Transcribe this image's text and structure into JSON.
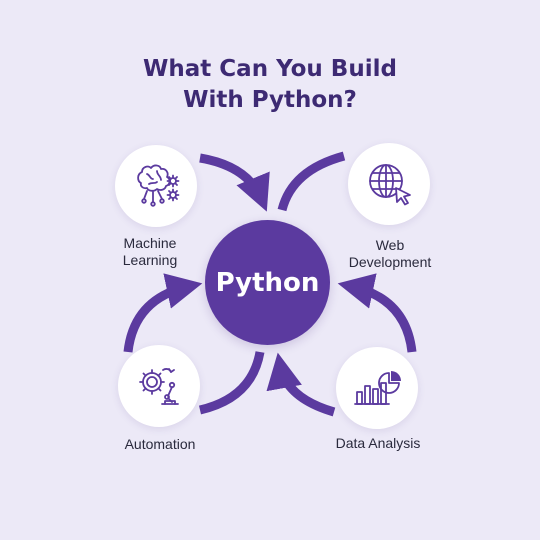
{
  "title": {
    "line1": "What Can You Build",
    "line2": "With Python?"
  },
  "hub": {
    "label": "Python"
  },
  "nodes": {
    "machine_learning": {
      "line1": "Machine",
      "line2": "Learning",
      "icon": "brain-gears-icon"
    },
    "web_development": {
      "line1": "Web",
      "line2": "Development",
      "icon": "globe-cursor-icon"
    },
    "automation": {
      "label": "Automation",
      "icon": "gear-robot-arm-icon"
    },
    "data_analysis": {
      "label": "Data Analysis",
      "icon": "bar-pie-chart-icon"
    }
  },
  "colors": {
    "background": "#ece9f7",
    "accent": "#5b3a9f",
    "title": "#3d2a73",
    "text": "#2a2a3d"
  }
}
